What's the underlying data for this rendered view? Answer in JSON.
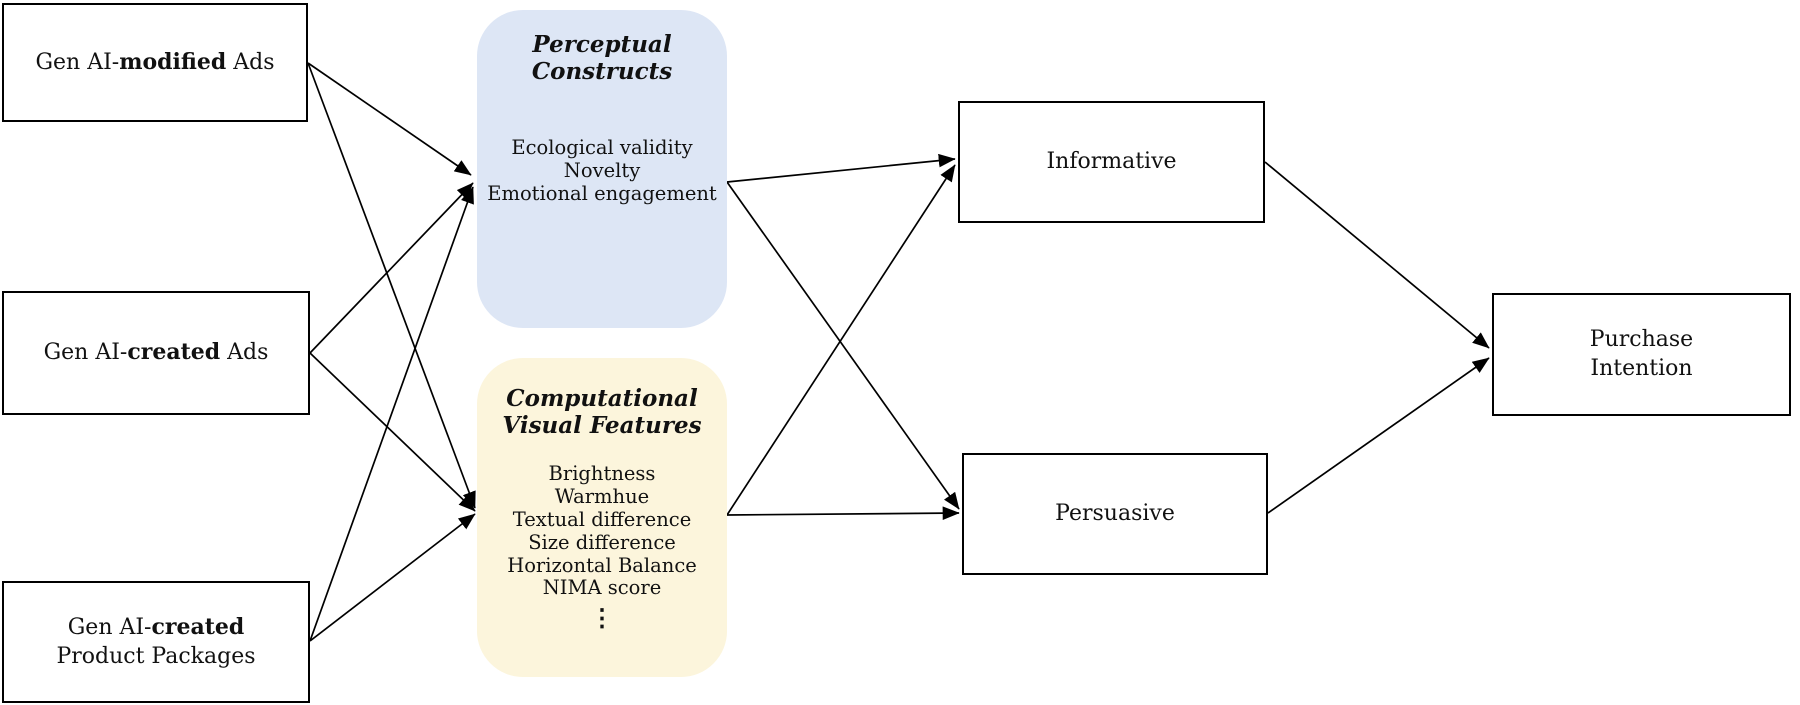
{
  "nodes": {
    "modified_ads": {
      "prefix": "Gen AI-",
      "emphasis": "modified",
      "suffix": " Ads"
    },
    "created_ads": {
      "prefix": "Gen AI-",
      "emphasis": "created",
      "suffix": " Ads"
    },
    "product_packages": {
      "prefix": "Gen AI-",
      "emphasis": "created",
      "suffix": "",
      "line2": "Product Packages"
    },
    "informative": {
      "label": "Informative"
    },
    "persuasive": {
      "label": "Persuasive"
    },
    "purchase_intention": {
      "line1": "Purchase",
      "line2": "Intention"
    }
  },
  "groups": {
    "perceptual": {
      "title_line1": "Perceptual",
      "title_line2": "Constructs",
      "items": [
        "Ecological validity",
        "Novelty",
        "Emotional engagement"
      ],
      "bg_color": "#dde6f5"
    },
    "computational": {
      "title_line1": "Computational",
      "title_line2": "Visual Features",
      "items": [
        "Brightness",
        "Warmhue",
        "Textual difference",
        "Size difference",
        "Horizontal Balance",
        "NIMA score"
      ],
      "ellipsis": "⋮",
      "bg_color": "#fcf5dc"
    }
  },
  "colors": {
    "background": "#ffffff",
    "box_border": "#000000",
    "arrow": "#000000",
    "text": "#111111"
  }
}
